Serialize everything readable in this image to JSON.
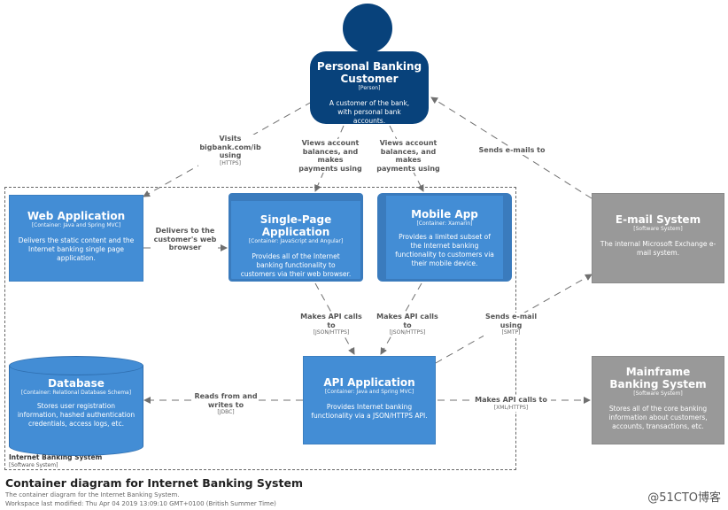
{
  "person": {
    "title": "Personal Banking Customer",
    "type": "[Person]",
    "description": "A customer of the bank, with personal bank accounts."
  },
  "web_app": {
    "title": "Web Application",
    "type": "[Container: Java and Spring MVC]",
    "description": "Delivers the static content and the Internet banking single page application."
  },
  "spa": {
    "title": "Single-Page Application",
    "type": "[Container: JavaScript and Angular]",
    "description": "Provides all of the Internet banking functionality to customers via their web browser."
  },
  "mobile": {
    "title": "Mobile App",
    "type": "[Container: Xamarin]",
    "description": "Provides a limited subset of the Internet banking functionality to customers via their mobile device."
  },
  "email": {
    "title": "E-mail System",
    "type": "[Software System]",
    "description": "The internal Microsoft Exchange e-mail system."
  },
  "database": {
    "title": "Database",
    "type": "[Container: Relational Database Schema]",
    "description": "Stores user registration information, hashed authentication credentials, access logs, etc."
  },
  "api": {
    "title": "API Application",
    "type": "[Container: Java and Spring MVC]",
    "description": "Provides Internet banking functionality via a JSON/HTTPS API."
  },
  "mainframe": {
    "title": "Mainframe Banking System",
    "type": "[Software System]",
    "description": "Stores all of the core banking information about customers, accounts, transactions, etc."
  },
  "relations": {
    "visits": {
      "label": "Visits bigbank.com/ib using",
      "tech": "[HTTPS]"
    },
    "views1": {
      "label": "Views account balances, and makes payments using",
      "tech": ""
    },
    "views2": {
      "label": "Views account balances, and makes payments using",
      "tech": ""
    },
    "sends_emails": {
      "label": "Sends e-mails to",
      "tech": ""
    },
    "delivers": {
      "label": "Delivers to the customer's web browser",
      "tech": ""
    },
    "api_calls1": {
      "label": "Makes API calls to",
      "tech": "[JSON/HTTPS]"
    },
    "api_calls2": {
      "label": "Makes API calls to",
      "tech": "[JSON/HTTPS]"
    },
    "sends_email_using": {
      "label": "Sends e-mail using",
      "tech": "[SMTP]"
    },
    "reads_writes": {
      "label": "Reads from and writes to",
      "tech": "[JDBC]"
    },
    "api_calls3": {
      "label": "Makes API calls to",
      "tech": "[XML/HTTPS]"
    }
  },
  "boundary": {
    "name": "Internet Banking System",
    "type": "[Software System]"
  },
  "footer": {
    "title": "Container diagram for Internet Banking System",
    "subtitle": "The container diagram for the Internet Banking System.",
    "modified": "Workspace last modified: Thu Apr 04 2019 13:09:10 GMT+0100 (British Summer Time)"
  },
  "watermark": "@51CTO博客",
  "colors": {
    "person": "#08427b",
    "container": "#438dd5",
    "external": "#999999"
  }
}
